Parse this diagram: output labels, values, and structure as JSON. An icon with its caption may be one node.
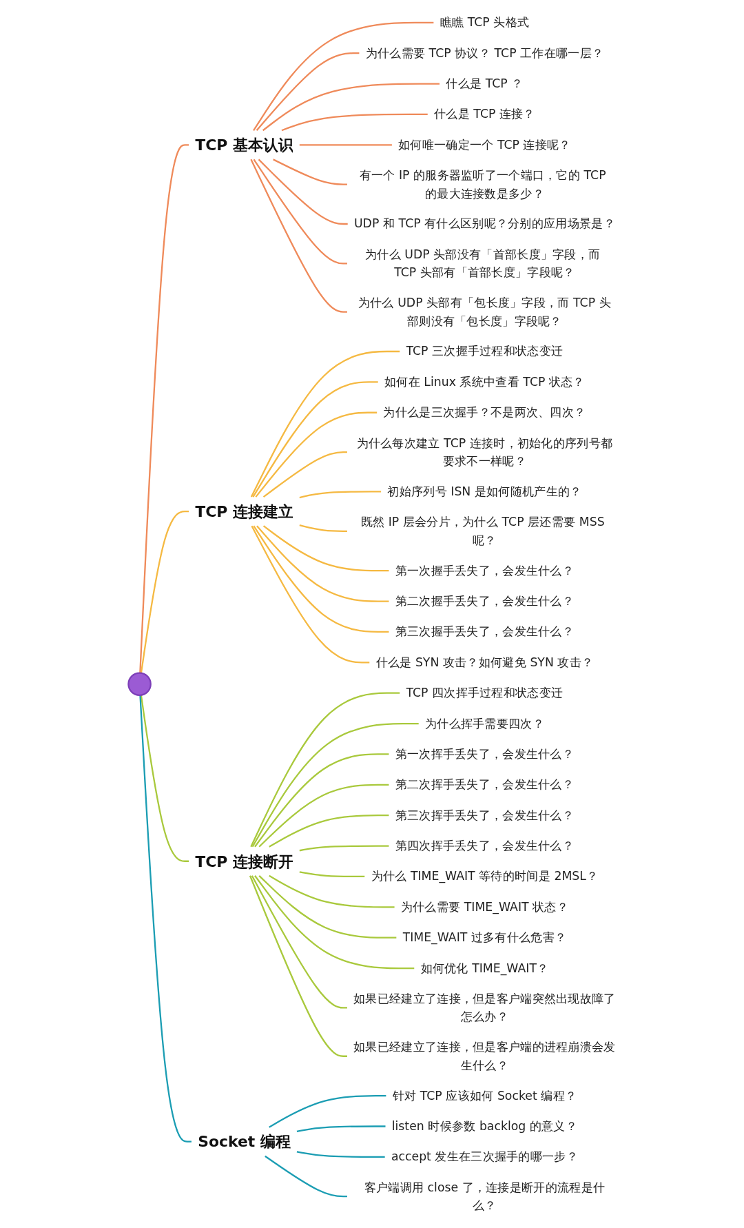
{
  "diagram": {
    "nodes": [
      {
        "text": [],
        "shape": "circle"
      },
      {
        "text": [
          "TCP 基本认识"
        ]
      },
      {
        "text": [
          "瞧瞧 TCP 头格式"
        ]
      },
      {
        "text": [
          "为什么需要 TCP 协议？ TCP 工作在哪一层？"
        ]
      },
      {
        "text": [
          "什么是 TCP ？"
        ]
      },
      {
        "text": [
          "什么是 TCP 连接？"
        ]
      },
      {
        "text": [
          "如何唯一确定一个 TCP 连接呢？"
        ]
      },
      {
        "text": [
          "有一个 IP 的服务器监听了一个端口，它的 TCP 的最大连接数是多少？"
        ]
      },
      {
        "text": [
          "UDP 和 TCP 有什么区别呢？分别的应用场景是？"
        ]
      },
      {
        "text": [
          "为什么 UDP 头部没有「首部长度」字段，而 TCP 头部有「首部长度」字段呢？"
        ]
      },
      {
        "text": [
          "为什么 UDP 头部有「包长度」字段，而 TCP 头部则没有「包长度」字段呢？"
        ]
      },
      {
        "text": [
          "TCP 连接建立"
        ]
      },
      {
        "text": [
          "TCP 三次握手过程和状态变迁"
        ]
      },
      {
        "text": [
          "如何在 Linux 系统中查看 TCP 状态？"
        ]
      },
      {
        "text": [
          "为什么是三次握手？不是两次、四次？"
        ]
      },
      {
        "text": [
          "为什么每次建立 TCP 连接时，初始化的序列号都要求不一样呢？"
        ]
      },
      {
        "text": [
          "初始序列号 ISN 是如何随机产生的？"
        ]
      },
      {
        "text": [
          "既然 IP 层会分片，为什么 TCP 层还需要 MSS 呢？"
        ]
      },
      {
        "text": [
          "第一次握手丢失了，会发生什么？"
        ]
      },
      {
        "text": [
          "第二次握手丢失了，会发生什么？"
        ]
      },
      {
        "text": [
          "第三次握手丢失了，会发生什么？"
        ]
      },
      {
        "text": [
          "什么是 SYN 攻击？如何避免 SYN 攻击？"
        ]
      },
      {
        "text": [
          "TCP 连接断开"
        ]
      },
      {
        "text": [
          "TCP 四次挥手过程和状态变迁"
        ]
      },
      {
        "text": [
          "为什么挥手需要四次？"
        ]
      },
      {
        "text": [
          "第一次挥手丢失了，会发生什么？"
        ]
      },
      {
        "text": [
          "第二次挥手丢失了，会发生什么？"
        ]
      },
      {
        "text": [
          "第三次挥手丢失了，会发生什么？"
        ]
      },
      {
        "text": [
          "第四次挥手丢失了，会发生什么？"
        ]
      },
      {
        "text": [
          "为什么 TIME_WAIT 等待的时间是 2MSL？"
        ]
      },
      {
        "text": [
          "为什么需要 TIME_WAIT 状态？"
        ]
      },
      {
        "text": [
          "TIME_WAIT 过多有什么危害？"
        ]
      },
      {
        "text": [
          "如何优化 TIME_WAIT？"
        ]
      },
      {
        "text": [
          "如果已经建立了连接，但是客户端突然出现故障了怎么办？"
        ]
      },
      {
        "text": [
          "如果已经建立了连接，但是客户端的进程崩溃会发生什么？"
        ]
      },
      {
        "text": [
          "Socket 编程"
        ]
      },
      {
        "text": [
          "针对 TCP 应该如何 Socket 编程？"
        ]
      },
      {
        "text": [
          "listen 时候参数 backlog 的意义？"
        ]
      },
      {
        "text": [
          "accept 发生在三次握手的哪一步？"
        ]
      },
      {
        "text": [
          "客户端调用 close 了，连接是断开的流程是什么？"
        ]
      }
    ],
    "edges": [
      {
        "from": 0,
        "to": 1,
        "arrow": "none",
        "color": "#ef8a5a"
      },
      {
        "from": 1,
        "to": 2,
        "arrow": "none",
        "color": "#ef8a5a"
      },
      {
        "from": 1,
        "to": 3,
        "arrow": "none",
        "color": "#ef8a5a"
      },
      {
        "from": 1,
        "to": 4,
        "arrow": "none",
        "color": "#ef8a5a"
      },
      {
        "from": 1,
        "to": 5,
        "arrow": "none",
        "color": "#ef8a5a"
      },
      {
        "from": 1,
        "to": 6,
        "arrow": "none",
        "color": "#ef8a5a"
      },
      {
        "from": 1,
        "to": 7,
        "arrow": "none",
        "color": "#ef8a5a"
      },
      {
        "from": 1,
        "to": 8,
        "arrow": "none",
        "color": "#ef8a5a"
      },
      {
        "from": 1,
        "to": 9,
        "arrow": "none",
        "color": "#ef8a5a"
      },
      {
        "from": 1,
        "to": 10,
        "arrow": "none",
        "color": "#ef8a5a"
      },
      {
        "from": 0,
        "to": 11,
        "arrow": "none",
        "color": "#f5b942"
      },
      {
        "from": 11,
        "to": 12,
        "arrow": "none",
        "color": "#f5b942"
      },
      {
        "from": 11,
        "to": 13,
        "arrow": "none",
        "color": "#f5b942"
      },
      {
        "from": 11,
        "to": 14,
        "arrow": "none",
        "color": "#f5b942"
      },
      {
        "from": 11,
        "to": 15,
        "arrow": "none",
        "color": "#f5b942"
      },
      {
        "from": 11,
        "to": 16,
        "arrow": "none",
        "color": "#f5b942"
      },
      {
        "from": 11,
        "to": 17,
        "arrow": "none",
        "color": "#f5b942"
      },
      {
        "from": 11,
        "to": 18,
        "arrow": "none",
        "color": "#f5b942"
      },
      {
        "from": 11,
        "to": 19,
        "arrow": "none",
        "color": "#f5b942"
      },
      {
        "from": 11,
        "to": 20,
        "arrow": "none",
        "color": "#f5b942"
      },
      {
        "from": 11,
        "to": 21,
        "arrow": "none",
        "color": "#f5b942"
      },
      {
        "from": 0,
        "to": 22,
        "arrow": "none",
        "color": "#a9c93c"
      },
      {
        "from": 22,
        "to": 23,
        "arrow": "none",
        "color": "#a9c93c"
      },
      {
        "from": 22,
        "to": 24,
        "arrow": "none",
        "color": "#a9c93c"
      },
      {
        "from": 22,
        "to": 25,
        "arrow": "none",
        "color": "#a9c93c"
      },
      {
        "from": 22,
        "to": 26,
        "arrow": "none",
        "color": "#a9c93c"
      },
      {
        "from": 22,
        "to": 27,
        "arrow": "none",
        "color": "#a9c93c"
      },
      {
        "from": 22,
        "to": 28,
        "arrow": "none",
        "color": "#a9c93c"
      },
      {
        "from": 22,
        "to": 29,
        "arrow": "none",
        "color": "#a9c93c"
      },
      {
        "from": 22,
        "to": 30,
        "arrow": "none",
        "color": "#a9c93c"
      },
      {
        "from": 22,
        "to": 31,
        "arrow": "none",
        "color": "#a9c93c"
      },
      {
        "from": 22,
        "to": 32,
        "arrow": "none",
        "color": "#a9c93c"
      },
      {
        "from": 22,
        "to": 33,
        "arrow": "none",
        "color": "#a9c93c"
      },
      {
        "from": 22,
        "to": 34,
        "arrow": "none",
        "color": "#a9c93c"
      },
      {
        "from": 0,
        "to": 35,
        "arrow": "none",
        "color": "#1b9db3"
      },
      {
        "from": 35,
        "to": 36,
        "arrow": "none",
        "color": "#1b9db3"
      },
      {
        "from": 35,
        "to": 37,
        "arrow": "none",
        "color": "#1b9db3"
      },
      {
        "from": 35,
        "to": 38,
        "arrow": "none",
        "color": "#1b9db3"
      },
      {
        "from": 35,
        "to": 39,
        "arrow": "none",
        "color": "#1b9db3"
      }
    ]
  }
}
